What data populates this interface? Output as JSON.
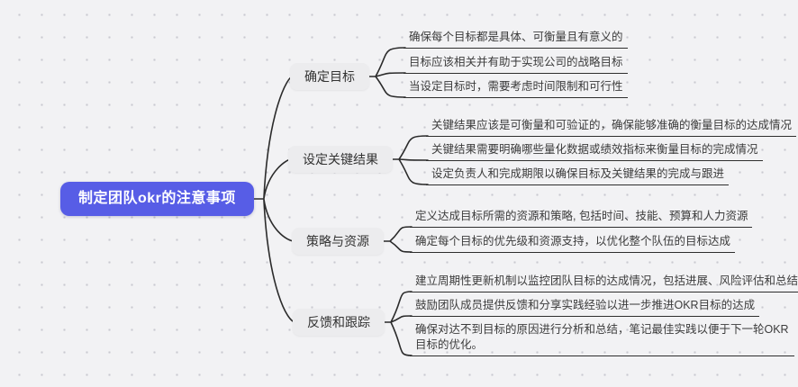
{
  "colors": {
    "root_node_fill": "#575DE6",
    "root_node_text": "#FFFFFF",
    "branch_node_fill": "#ECECEE",
    "connector_line": "#2B2B2B",
    "canvas_background": "#F2F2F4"
  },
  "mindmap": {
    "root": {
      "label": "制定团队okr的注意事项"
    },
    "branches": [
      {
        "label": "确定目标",
        "children": [
          "确保每个目标都是具体、可衡量且有意义的",
          "目标应该相关并有助于实现公司的战略目标",
          "当设定目标时，需要考虑时间限制和可行性"
        ]
      },
      {
        "label": "设定关键结果",
        "children": [
          "关键结果应该是可衡量和可验证的，确保能够准确的衡量目标的达成情况",
          "关键结果需要明确哪些量化数据或绩效指标来衡量目标的完成情况",
          "设定负责人和完成期限以确保目标及关键结果的完成与跟进"
        ]
      },
      {
        "label": "策略与资源",
        "children": [
          "定义达成目标所需的资源和策略, 包括时间、技能、预算和人力资源",
          "确定每个目标的优先级和资源支持，以优化整个队伍的目标达成"
        ]
      },
      {
        "label": "反馈和跟踪",
        "children": [
          "建立周期性更新机制以监控团队目标的达成情况，包括进展、风险评估和总结",
          "鼓励团队成员提供反馈和分享实践经验以进一步推进OKR目标的达成",
          "确保对达不到目标的原因进行分析和总结，笔记最佳实践以便于下一轮OKR目标的优化。"
        ]
      }
    ]
  }
}
